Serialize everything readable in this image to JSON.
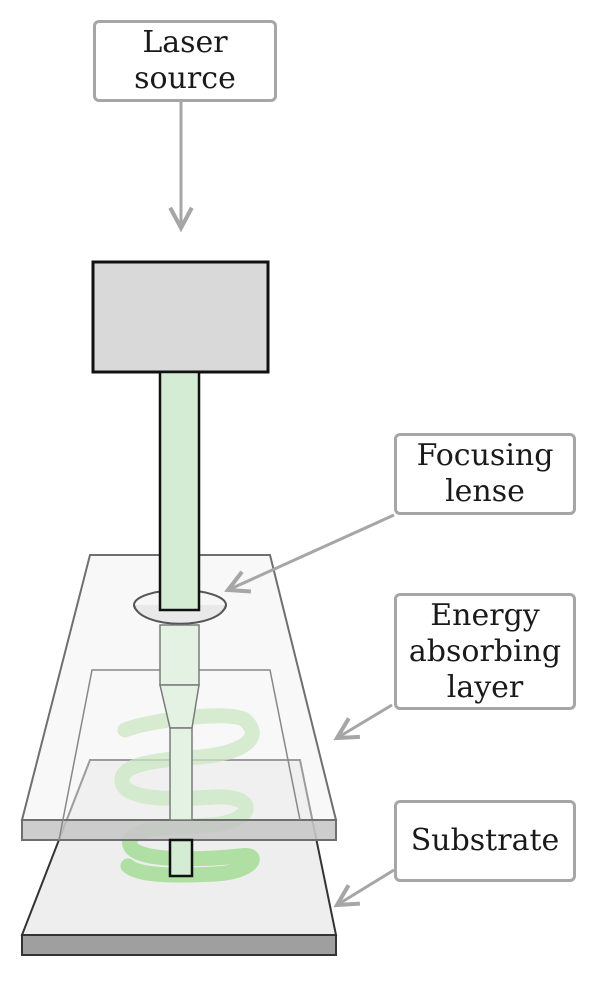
{
  "labels": {
    "laser_source": "Laser\nsource",
    "focusing_lense": "Focusing\nlense",
    "energy_absorbing_layer": "Energy\nabsorbing\nlayer",
    "substrate": "Substrate"
  },
  "colors": {
    "box_border": "#a6a6a6",
    "arrow": "#a6a6a6",
    "laser_block": "#d9d9d9",
    "beam": "#d5ecd4",
    "pattern": "#8fd27a",
    "plate_top": "#f0f0f0",
    "plate_edge": "#b3b3b3"
  }
}
